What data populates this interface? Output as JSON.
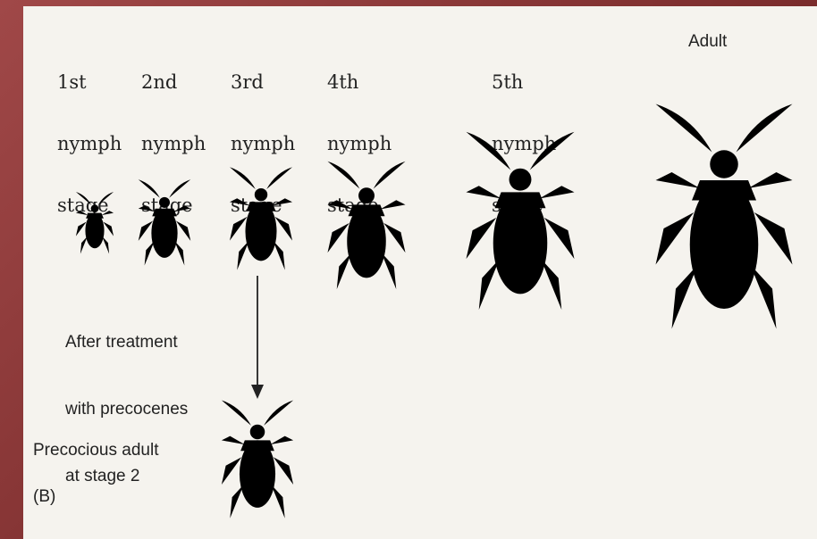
{
  "stages": [
    {
      "line1": "1st",
      "line2": "nymph",
      "line3": "stage"
    },
    {
      "line1": "2nd",
      "line2": "nymph",
      "line3": "stage"
    },
    {
      "line1": "3rd",
      "line2": "nymph",
      "line3": "stage"
    },
    {
      "line1": "4th",
      "line2": "nymph",
      "line3": "stage"
    },
    {
      "line1": "5th",
      "line2": "nymph",
      "line3": "stage"
    }
  ],
  "adult_label": "Adult",
  "treatment_note": {
    "line1": "After treatment",
    "line2": "with precocenes",
    "line3": "at stage 2"
  },
  "precocious_label": "Precocious adult",
  "panel_label": "(B)",
  "icons": {
    "insect": "bug-illustration",
    "arrow": "arrow-down-icon"
  }
}
